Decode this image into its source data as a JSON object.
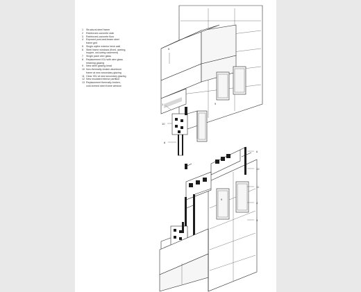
{
  "legend": [
    {
      "num": "1",
      "text": "Structural steel frame"
    },
    {
      "num": "2",
      "text": "Reinforced-concrete slab"
    },
    {
      "num": "3",
      "text": "Reinforced-concrete floor"
    },
    {
      "num": "4",
      "text": "Exposed post-and-beam steel\nframe grid"
    },
    {
      "num": "5",
      "text": "Single wythe exterior brick wall"
    },
    {
      "num": "6",
      "text": "Steel frame windows (fixed, awning,\nhopper, out-swing casement)"
    },
    {
      "num": "7",
      "text": "Single pane wire glass"
    },
    {
      "num": "8",
      "text": "Replacement IGU with wire glass\nretaining glazing"
    },
    {
      "num": "9",
      "text": "New steel glazing bead"
    },
    {
      "num": "10",
      "text": "Non-thermally-broken aluminum\nframe at new secondary glazing"
    },
    {
      "num": "11",
      "text": "Clear IGU at new secondary glazing"
    },
    {
      "num": "12",
      "text": "New insulated interior partition"
    },
    {
      "num": "13",
      "text": "Replacement thermally broken,\ncold-formed steel frame window"
    }
  ],
  "callouts": {
    "c5": "5",
    "c1": "1",
    "c10a": "10",
    "c8": "8",
    "c6": "6",
    "c10b": "10",
    "c11": "11",
    "c4": "4",
    "c3": "3",
    "c9a": "9",
    "c9b": "9"
  }
}
